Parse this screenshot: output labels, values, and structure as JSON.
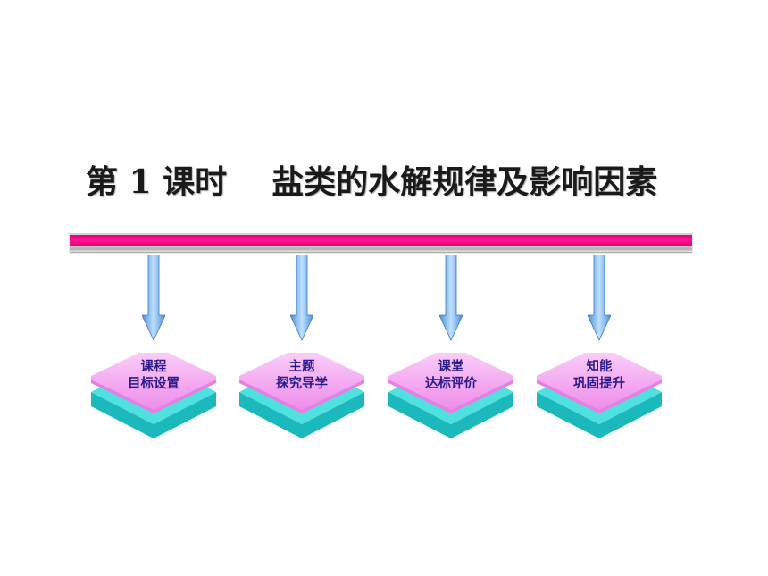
{
  "slide": {
    "title": "第 1 课时    盐类的水解规律及影响因素"
  },
  "nav": {
    "items": [
      {
        "line1": "课程",
        "line2": "目标设置"
      },
      {
        "line1": "主题",
        "line2": "探究导学"
      },
      {
        "line1": "课堂",
        "line2": "达标评价"
      },
      {
        "line1": "知能",
        "line2": "巩固提升"
      }
    ]
  },
  "colors": {
    "bar": "#e8007d",
    "arrow": "#6aaeea",
    "box_top": "#f6a8f4",
    "box_side": "#1fc6c8",
    "label": "#2a1a8c"
  }
}
